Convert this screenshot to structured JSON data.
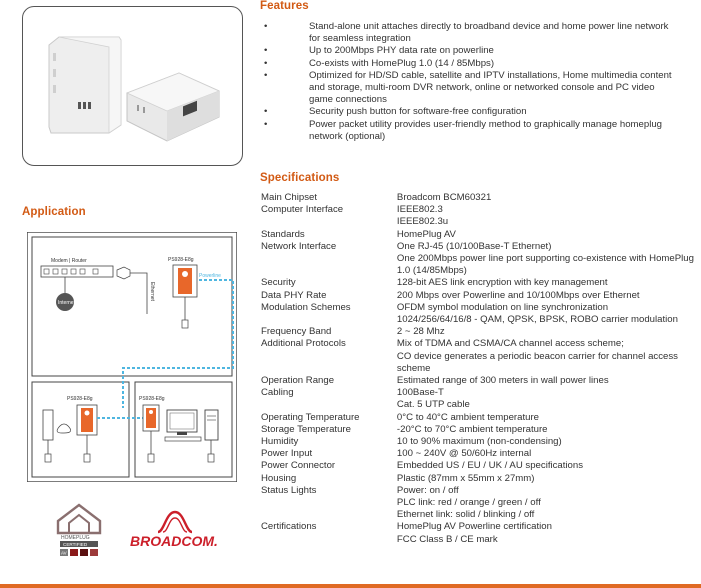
{
  "features": {
    "heading": "Features",
    "items": [
      "Stand-alone unit attaches directly to broadband device and home power line network for seamless integration",
      "Up to 200Mbps PHY data rate on powerline",
      "Co-exists with HomePlug 1.0 (14 / 85Mbps)",
      "Optimized for HD/SD cable, satellite and IPTV installations, Home multimedia content and storage, multi-room DVR network, online or networked console and PC video game connections",
      "Security push button for software-free configuration",
      "Power packet utility provides user-friendly method to graphically manage homeplug network (optional)"
    ]
  },
  "specifications": {
    "heading": "Specifications",
    "rows": [
      {
        "key": "Main Chipset",
        "lines": [
          "Broadcom BCM60321"
        ]
      },
      {
        "key": "Computer Interface",
        "lines": [
          "IEEE802.3",
          "IEEE802.3u"
        ]
      },
      {
        "key": "Standards",
        "lines": [
          "HomePlug AV"
        ]
      },
      {
        "key": "Network Interface",
        "lines": [
          "One RJ-45 (10/100Base-T Ethernet)",
          "One 200Mbps power line port supporting co-existence with HomePlug 1.0 (14/85Mbps)"
        ]
      },
      {
        "key": "Security",
        "lines": [
          "128-bit AES link encryption with key management"
        ]
      },
      {
        "key": "Data PHY Rate",
        "lines": [
          "200 Mbps over Powerline and  10/100Mbps over Ethernet"
        ]
      },
      {
        "key": "Modulation Schemes",
        "lines": [
          "OFDM symbol modulation on line synchronization",
          "1024/256/64/16/8 - QAM, QPSK, BPSK, ROBO carrier modulation"
        ]
      },
      {
        "key": "Frequency Band",
        "lines": [
          "2 ~ 28 Mhz"
        ]
      },
      {
        "key": "Additional Protocols",
        "lines": [
          "Mix of TDMA and CSMA/CA channel access scheme;",
          "CO device generates a periodic beacon carrier for channel access scheme"
        ]
      },
      {
        "key": "Operation Range",
        "lines": [
          "Estimated range of 300 meters in wall power lines"
        ]
      },
      {
        "key": "Cabling",
        "lines": [
          "100Base-T",
          "Cat. 5 UTP cable"
        ]
      },
      {
        "key": "Operating Temperature",
        "lines": [
          "0°C to 40°C ambient temperature"
        ]
      },
      {
        "key": "Storage Temperature",
        "lines": [
          "-20°C to 70°C ambient temperature"
        ]
      },
      {
        "key": "Humidity",
        "lines": [
          "10 to 90% maximum (non-condensing)"
        ]
      },
      {
        "key": "Power Input",
        "lines": [
          "100 ~ 240V @ 50/60Hz internal"
        ]
      },
      {
        "key": "Power Connector",
        "lines": [
          "Embedded US / EU / UK / AU specifications"
        ]
      },
      {
        "key": "Housing",
        "lines": [
          "Plastic (87mm x 55mm x 27mm)"
        ]
      },
      {
        "key": "Status Lights",
        "lines": [
          "Power: on / off",
          "PLC link: red / orange / green / off",
          "Ethernet link: solid / blinking / off"
        ]
      },
      {
        "key": "Certifications",
        "lines": [
          "HomePlug AV Powerline certification",
          "FCC Class B / CE mark"
        ]
      }
    ]
  },
  "application": {
    "heading": "Application",
    "modem_label": "Modem | Router",
    "internet_label": "Internet",
    "ethernet_label": "Ethernet",
    "powerline_label": "Powerline",
    "device_label_1": "PS928-E8g",
    "device_label_2": "PS928-E8g",
    "device_label_3": "PS928-E8g",
    "accent_color": "#e8672a",
    "powerline_color": "#4fb6e0"
  },
  "logos": {
    "homeplug_line1": "HOMEPLUG",
    "homeplug_line2": "CERTIFIED",
    "homeplug_tag": "AV",
    "broadcom": "BROADCOM."
  }
}
